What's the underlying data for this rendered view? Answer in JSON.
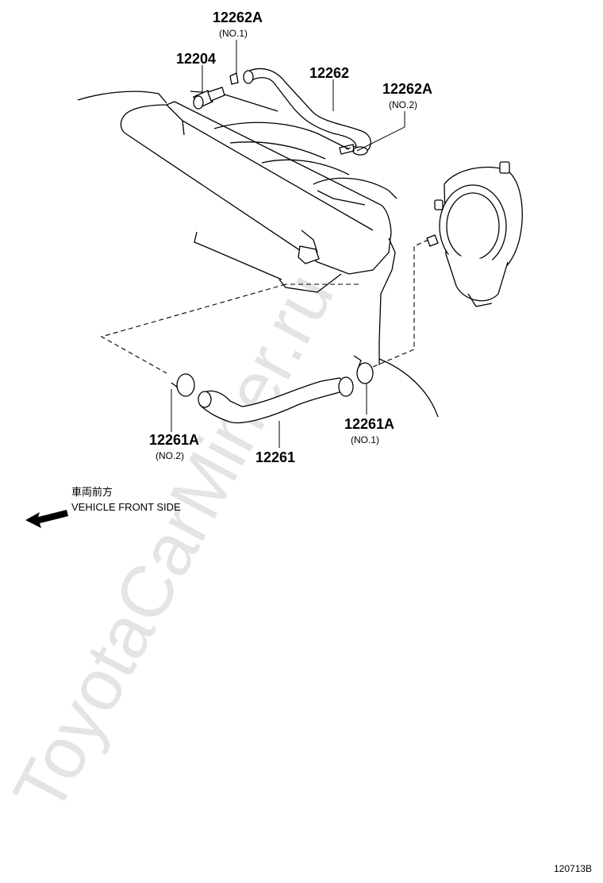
{
  "callouts": {
    "c12262A_1": {
      "part": "12262A",
      "sub": "(NO.1)"
    },
    "c12204": {
      "part": "12204"
    },
    "c12262": {
      "part": "12262"
    },
    "c12262A_2": {
      "part": "12262A",
      "sub": "(NO.2)"
    },
    "c12261A_2": {
      "part": "12261A",
      "sub": "(NO.2)"
    },
    "c12261": {
      "part": "12261"
    },
    "c12261A_1": {
      "part": "12261A",
      "sub": "(NO.1)"
    }
  },
  "direction": {
    "label_jp": "車両前方",
    "label_en": "VEHICLE FRONT SIDE",
    "icon": "arrow-left-icon"
  },
  "watermark": "ToyotaCarMiner.ru",
  "diagram_id": "120713B"
}
